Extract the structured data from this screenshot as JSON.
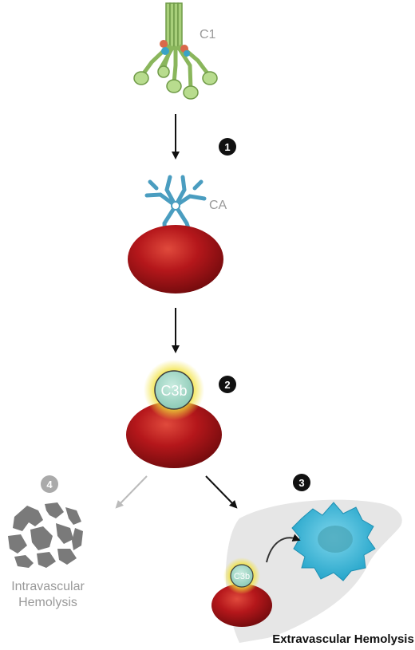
{
  "labels": {
    "c1": "C1",
    "ca": "CA",
    "c3b_main": "C3b",
    "c3b_small": "C3b",
    "intravascular": [
      "Intravascular",
      "Hemolysis"
    ],
    "extravascular": "Extravascular Hemolysis"
  },
  "steps": [
    "1",
    "2",
    "3",
    "4"
  ],
  "colors": {
    "c1_green": "#a8cf7a",
    "c1_dark": "#6f9a47",
    "antibody_blue": "#4a9dc0",
    "rbc_red": "#b5171b",
    "c3b_fill": "#a8d8c9",
    "halo_yellow": "#f2e23a",
    "macrophage_cyan": "#35b6d8",
    "liver_gray": "#e6e6e6",
    "fragment_gray": "#7a7a7a",
    "arrow_black": "#111111",
    "arrow_gray": "#bbbbbb",
    "label_gray": "#999999"
  },
  "icons": [
    "c1-complex-icon",
    "antibody-icon",
    "red-blood-cell-icon",
    "c3b-icon",
    "macrophage-icon",
    "liver-silhouette-icon",
    "cell-fragments-icon"
  ]
}
